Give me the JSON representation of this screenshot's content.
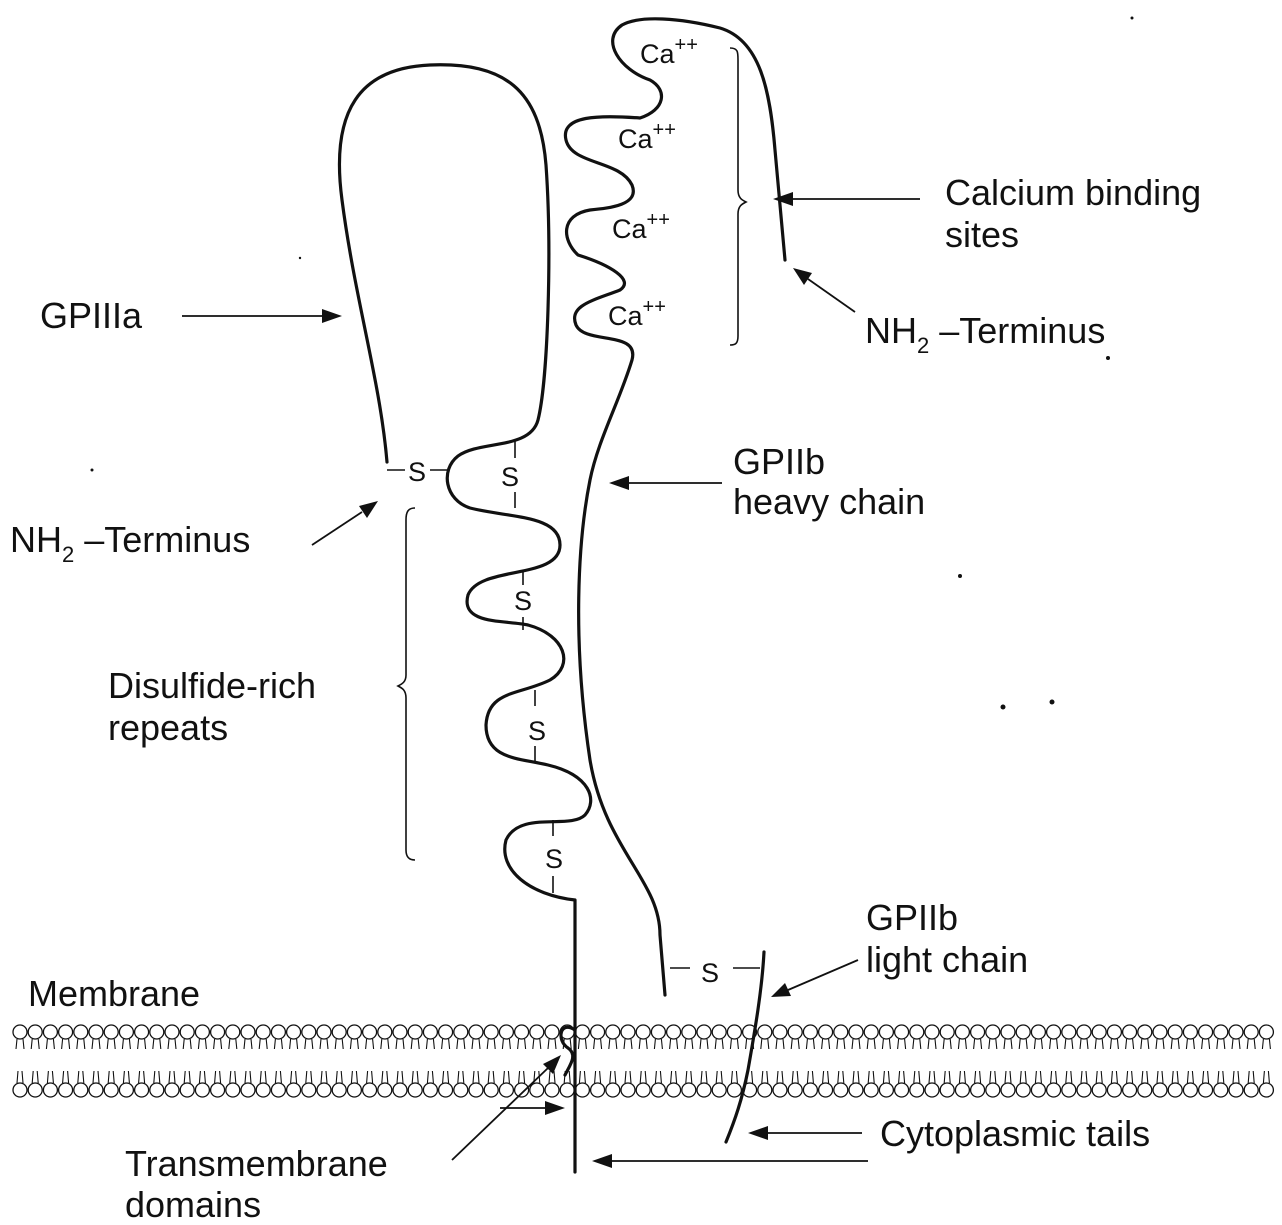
{
  "labels": {
    "gpiiia": "GPIIIa",
    "calcium_line1": "Calcium binding",
    "calcium_line2": "sites",
    "nh": "NH",
    "nh_sub": "2",
    "terminus": " –Terminus",
    "gpiib_heavy_line1": "GPIIb",
    "gpiib_heavy_line2": "heavy chain",
    "disulfide_line1": "Disulfide-rich",
    "disulfide_line2": "repeats",
    "gpiib_light_line1": "GPIIb",
    "gpiib_light_line2": "light chain",
    "membrane": "Membrane",
    "cytoplasmic": "Cytoplasmic tails",
    "transmembrane_line1": "Transmembrane",
    "transmembrane_line2": "domains",
    "ca": "Ca",
    "ca_charge": "++",
    "s": "S"
  },
  "colors": {
    "ink": "#111111",
    "background": "#ffffff"
  }
}
